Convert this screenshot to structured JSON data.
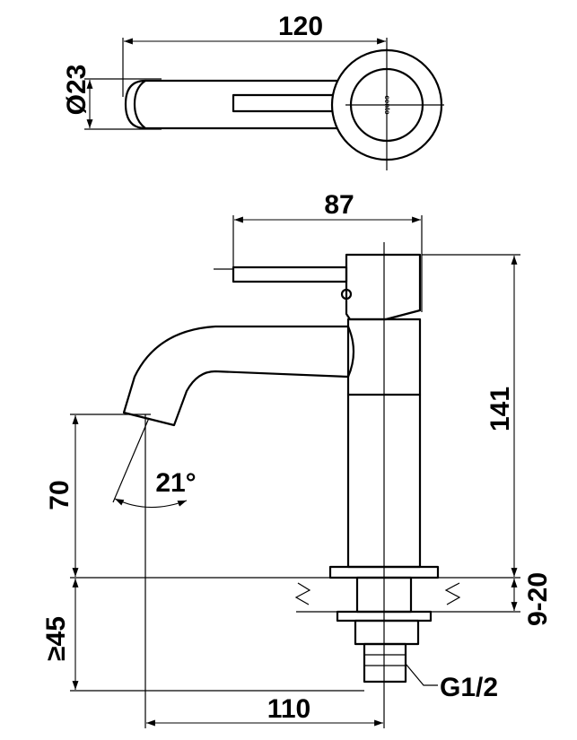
{
  "dimensions": {
    "width_top": "120",
    "diameter": "Ø23",
    "lever_length": "87",
    "height_total": "141",
    "spout_height": "70",
    "spout_angle": "21°",
    "deck_thickness": "9-20",
    "min_shank": "≥45",
    "reach": "110",
    "thread": "G1/2"
  },
  "logo_text": "cento"
}
